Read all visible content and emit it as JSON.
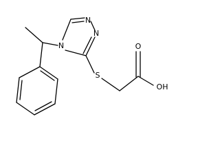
{
  "structure": {
    "atoms": {
      "n1": "N",
      "n2": "N",
      "n4": "N",
      "s": "S",
      "o_carbonyl": "O",
      "oh": "OH"
    }
  }
}
